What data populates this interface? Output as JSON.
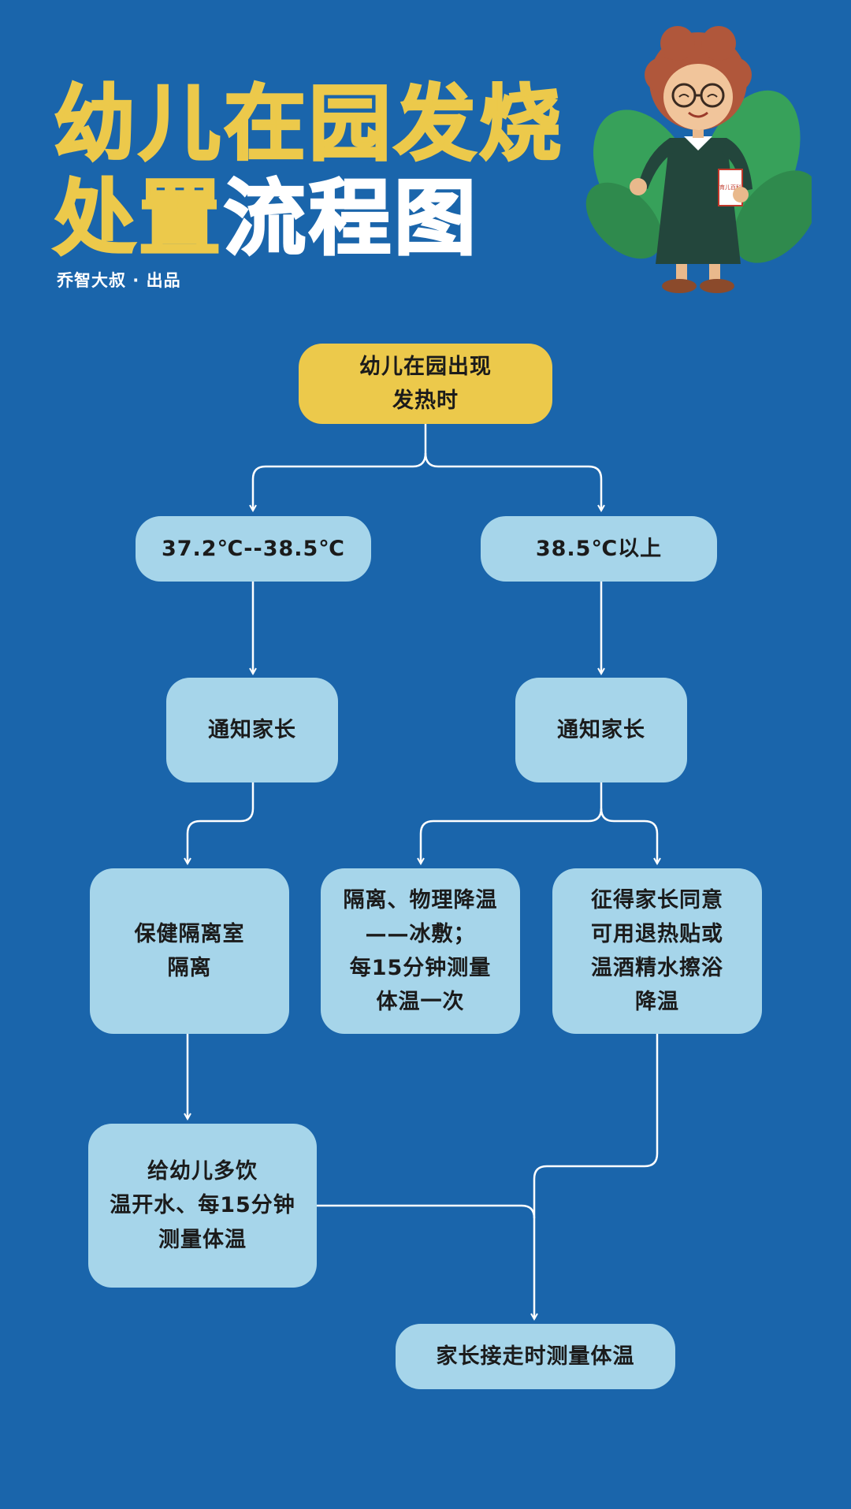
{
  "header": {
    "title_line1": "幼儿在园发烧",
    "title_line2_yellow": "处置",
    "title_line2_white": "流程图",
    "subtitle": "乔智大叔 · 出品"
  },
  "mascot": {
    "icon": "teacher-illustration",
    "book_text": "育儿百科"
  },
  "flow": {
    "start": "幼儿在园出现\n发热时",
    "left_temp": "37.2℃--38.5℃",
    "right_temp": "38.5℃以上",
    "left_notify": "通知家长",
    "right_notify": "通知家长",
    "isolation_room": "保健隔离室\n隔离",
    "physical_cooling": "隔离、物理降温\n——冰敷；\n每15分钟测量\n体温一次",
    "parent_consent": "征得家长同意\n可用退热贴或\n温酒精水擦浴\n降温",
    "drink_water": "给幼儿多饮\n温开水、每15分钟\n测量体温",
    "pickup": "家长接走时测量体温"
  },
  "colors": {
    "background": "#1a65ab",
    "accent_yellow": "#ecc94b",
    "node_fill": "#a6d5ea",
    "connector": "#ffffff"
  }
}
